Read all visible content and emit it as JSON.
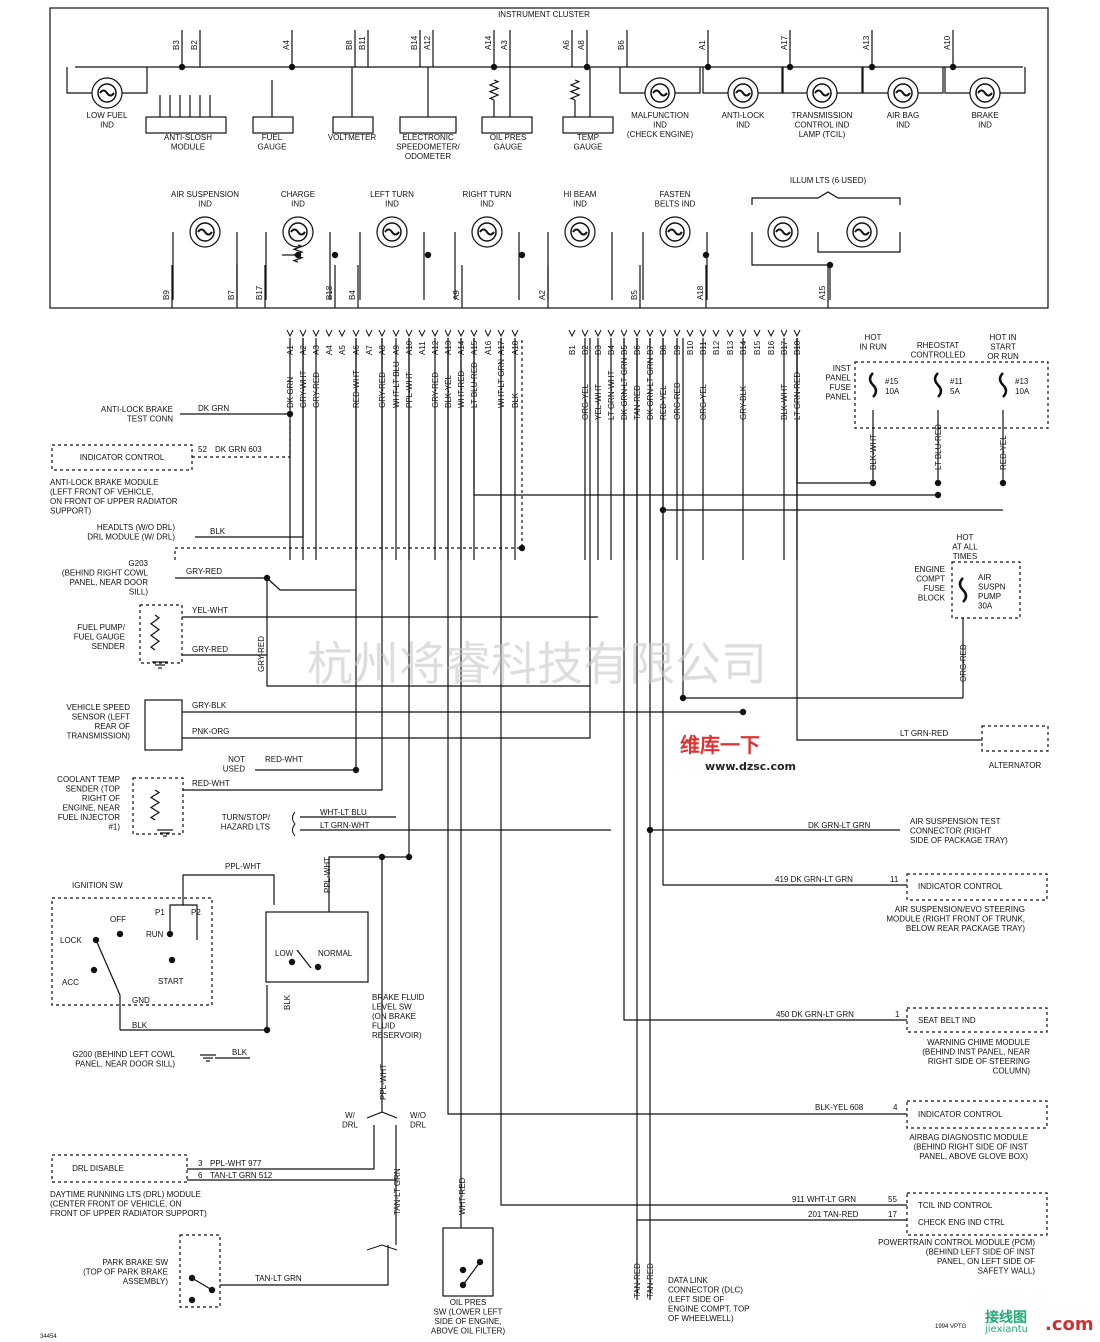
{
  "cluster": {
    "title": "INSTRUMENT CLUSTER",
    "top_pins": [
      "B3",
      "B2",
      "A4",
      "B8",
      "B11",
      "B14",
      "A12",
      "A14",
      "A3",
      "A6",
      "A8",
      "B6",
      "A1",
      "A17",
      "A13",
      "A10"
    ],
    "bottom_pins": [
      "B9",
      "B7",
      "B17",
      "B18",
      "B4",
      "A9",
      "A2",
      "B5",
      "A18",
      "A15"
    ],
    "row1": [
      {
        "label": "LOW FUEL\nIND"
      },
      {
        "label": "ANTI-SLOSH\nMODULE"
      },
      {
        "label": "FUEL\nGAUGE"
      },
      {
        "label": "VOLTMETER"
      },
      {
        "label": "ELECTRONIC\nSPEEDOMETER/\nODOMETER"
      },
      {
        "label": "OIL PRES\nGAUGE"
      },
      {
        "label": "TEMP\nGAUGE"
      },
      {
        "label": "MALFUNCTION\nIND\n(CHECK ENGINE)"
      },
      {
        "label": "ANTI-LOCK\nIND"
      },
      {
        "label": "TRANSMISSION\nCONTROL IND\nLAMP (TCIL)"
      },
      {
        "label": "AIR BAG\nIND"
      },
      {
        "label": "BRAKE\nIND"
      }
    ],
    "row2": [
      {
        "label": "AIR SUSPENSION\nIND"
      },
      {
        "label": "CHARGE\nIND"
      },
      {
        "label": "LEFT TURN\nIND"
      },
      {
        "label": "RIGHT TURN\nIND"
      },
      {
        "label": "HI BEAM\nIND"
      },
      {
        "label": "FASTEN\nBELTS IND"
      },
      {
        "label": "ILLUM LTS (6 USED)"
      }
    ]
  },
  "connector_a": {
    "pins": [
      "A1",
      "A2",
      "A3",
      "A4",
      "A5",
      "A6",
      "A7",
      "A8",
      "A9",
      "A10",
      "A11",
      "A12",
      "A13",
      "A14",
      "A15",
      "A16",
      "A17",
      "A18"
    ],
    "wires": [
      "DK GRN",
      "GRY-WHT",
      "GRY-RED",
      "RED-WHT",
      "GRY-RED",
      "WHT-LT BLU",
      "PPL-WHT",
      "GRY-RED",
      "BLK-YEL",
      "WHT-RED",
      "LT BLU-RED",
      "WHT-LT GRN",
      "BLK"
    ]
  },
  "connector_b": {
    "pins": [
      "B1",
      "B2",
      "B3",
      "B4",
      "B5",
      "B6",
      "B7",
      "B8",
      "B9",
      "B10",
      "B11",
      "B12",
      "B13",
      "B14",
      "B15",
      "B16",
      "B17",
      "B18"
    ],
    "wires": [
      "ORG-YEL",
      "YEL-WHT",
      "LT GRN-WHT",
      "DK GRN-LT GRN",
      "TAN-RED",
      "DK GRN-LT GRN",
      "RED-YEL",
      "ORG-RED",
      "ORG-YEL",
      "GRY-BLK",
      "BLK-WHT",
      "LT GRN-RED"
    ]
  },
  "fuse_panel": {
    "label": "INST\nPANEL\nFUSE\nPANEL",
    "fuses": [
      {
        "hot": "HOT\nIN RUN",
        "num": "#15",
        "amp": "10A",
        "wire": "BLK-WHT"
      },
      {
        "hot": "RHEOSTAT\nCONTROLLED",
        "num": "#11",
        "amp": "5A",
        "wire": "LT BLU-RED"
      },
      {
        "hot": "HOT IN\nSTART\nOR RUN",
        "num": "#13",
        "amp": "10A",
        "wire": "RED-YEL"
      }
    ]
  },
  "engine_fuse": {
    "hot": "HOT\nAT ALL\nTIMES",
    "label": "ENGINE\nCOMPT\nFUSE\nBLOCK",
    "fuse": "AIR\nSUSPN\nPUMP\n30A",
    "wire": "ORG-RED"
  },
  "left": {
    "abs_conn": {
      "label": "ANTI-LOCK BRAKE\nTEST CONN",
      "wire": "DK GRN"
    },
    "abs_module": {
      "box": "INDICATOR CONTROL",
      "pin": "52",
      "wire": "DK GRN 603",
      "label": "ANTI-LOCK BRAKE MODULE\n(LEFT FRONT OF VEHICLE,\nON FRONT OF UPPER RADIATOR\nSUPPORT)"
    },
    "headlts": {
      "label": "HEADLTS (W/O DRL)\nDRL MODULE (W/ DRL)",
      "wire": "BLK"
    },
    "g203": {
      "label": "G203\n(BEHIND RIGHT COWL\nPANEL, NEAR DOOR\nSILL)",
      "wire": "GRY-RED"
    },
    "fuel_pump": {
      "label": "FUEL PUMP/\nFUEL GAUGE\nSENDER",
      "wire1": "YEL-WHT",
      "wire2": "GRY-RED",
      "vwire": "GRY-RED"
    },
    "vss": {
      "label": "VEHICLE SPEED\nSENSOR (LEFT\nREAR OF\nTRANSMISSION)",
      "wire1": "GRY-BLK",
      "wire2": "PNK-ORG"
    },
    "not_used": {
      "label": "NOT\nUSED",
      "wire": "RED-WHT"
    },
    "coolant": {
      "label": "COOLANT TEMP\nSENDER (TOP\nRIGHT OF\nENGINE, NEAR\nFUEL INJECTOR\n#1)",
      "wire": "RED-WHT"
    },
    "turn": {
      "label": "TURN/STOP/\nHAZARD LTS",
      "wire1": "WHT-LT BLU",
      "wire2": "LT GRN-WHT"
    },
    "ign": {
      "title": "IGNITION SW",
      "off": "OFF",
      "lock": "LOCK",
      "acc": "ACC",
      "run": "RUN",
      "start": "START",
      "p1": "P1",
      "p2": "P2",
      "gnd": "GND",
      "wire": "PPL-WHT",
      "blk": "BLK"
    },
    "brake_fluid": {
      "low": "LOW",
      "normal": "NORMAL",
      "label": "BRAKE FLUID\nLEVEL SW\n(ON BRAKE\nFLUID\nRESERVOIR)",
      "wire": "PPL-WHT",
      "blk": "BLK"
    },
    "g200": {
      "label": "G200 (BEHIND LEFT COWL\nPANEL, NEAR DOOR SILL)",
      "wire": "BLK"
    },
    "drl": {
      "box": "DRL DISABLE",
      "pin3": "3",
      "pin6": "6",
      "wire1": "PPL-WHT 977",
      "wire2": "TAN-LT GRN 512",
      "label": "DAYTIME RUNNING LTS (DRL) MODULE\n(CENTER FRONT OF VEHICLE, ON\nFRONT OF UPPER RADIATOR SUPPORT)",
      "w_drl": "W/\nDRL",
      "wo_drl": "W/O\nDRL",
      "vwire": "PPL-WHT",
      "tan": "TAN-LT GRN"
    },
    "park_brake": {
      "label": "PARK BRAKE SW\n(TOP OF PARK BRAKE\nASSEMBLY)",
      "wire": "TAN-LT GRN"
    },
    "oil_pres": {
      "label": "OIL PRES\nSW (LOWER LEFT\nSIDE OF ENGINE,\nABOVE OIL FILTER)",
      "wire": "WHT-RED"
    },
    "dlc": {
      "label": "DATA LINK\nCONNECTOR (DLC)\n(LEFT SIDE OF\nENGINE COMPT, TOP\nOF WHEELWELL)",
      "wire1": "TAN-RED",
      "wire2": "TAN-RED"
    }
  },
  "right": {
    "alternator": {
      "label": "ALTERNATOR",
      "wire": "LT GRN-RED"
    },
    "air_susp_test": {
      "label": "AIR SUSPENSION TEST\nCONNECTOR (RIGHT\nSIDE OF PACKAGE TRAY)",
      "wire": "DK GRN-LT GRN"
    },
    "air_susp_mod": {
      "box": "INDICATOR CONTROL",
      "pin": "11",
      "wire": "419 DK GRN-LT GRN",
      "label": "AIR SUSPENSION/EVO STEERING\nMODULE (RIGHT FRONT OF TRUNK,\nBELOW REAR PACKAGE TRAY)"
    },
    "chime": {
      "box": "SEAT BELT IND",
      "pin": "1",
      "wire": "450 DK GRN-LT GRN",
      "label": "WARNING CHIME MODULE\n(BEHIND INST PANEL, NEAR\nRIGHT SIDE OF STEERING\nCOLUMN)"
    },
    "airbag": {
      "box": "INDICATOR CONTROL",
      "pin": "4",
      "wire": "BLK-YEL 608",
      "label": "AIRBAG DIAGNOSTIC MODULE\n(BEHIND RIGHT SIDE OF INST\nPANEL, ABOVE GLOVE BOX)"
    },
    "pcm": {
      "box1": "TCIL IND CONTROL",
      "box2": "CHECK ENG IND CTRL",
      "pin1": "55",
      "pin2": "17",
      "wire1": "911 WHT-LT GRN",
      "wire2": "201 TAN-RED",
      "label": "POWERTRAIN CONTROL MODULE (PCM)\n(BEHIND LEFT SIDE OF INST\nPANEL, ON LEFT SIDE OF\nSAFETY WALL)"
    }
  },
  "watermarks": {
    "cn": "杭州将睿科技有限公司",
    "cn2": "维库一下",
    "site": "www.dzsc.com",
    "logo": "jiexiantu",
    "logo_cn": "接线图",
    "com": ".com"
  },
  "corner": {
    "bl": "34454",
    "br": "1994 VPTG"
  }
}
